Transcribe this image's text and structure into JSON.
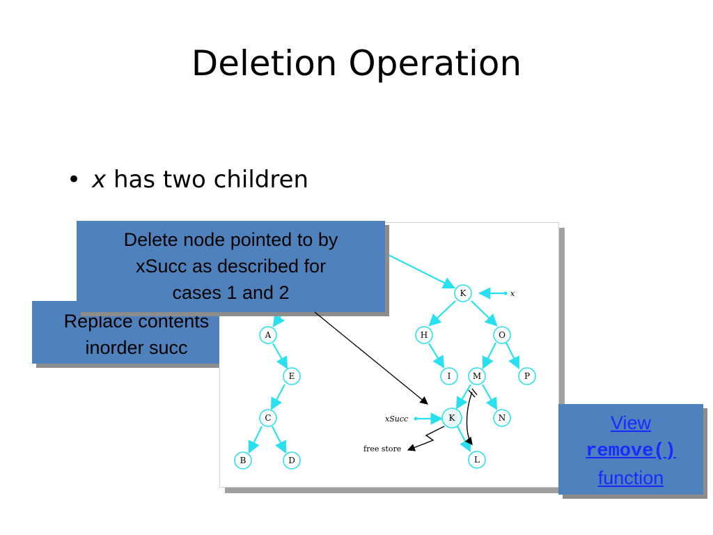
{
  "slide": {
    "title": "Deletion Operation",
    "bullet_var": "x",
    "bullet_rest": " has two children"
  },
  "callouts": {
    "replace": {
      "line1": "Replace contents",
      "line2": "inorder succ"
    },
    "delete": {
      "line1": "Delete node pointed to by",
      "line2": "xSucc as described for",
      "line3": "cases 1 and 2"
    },
    "view": {
      "line1": "View",
      "code": "remove()",
      "line3": "function"
    }
  },
  "tree": {
    "nodes": {
      "K": "K",
      "H": "H",
      "O": "O",
      "A": "A",
      "I": "I",
      "M": "M",
      "P": "P",
      "E": "E",
      "Ks": "K",
      "N": "N",
      "C": "C",
      "L": "L",
      "B": "B",
      "D": "D"
    },
    "labels": {
      "x": "x",
      "xSucc": "xSucc",
      "free_store": "free store"
    }
  },
  "colors": {
    "edge": "#29e0f0",
    "callout": "#4f81bd",
    "link": "#1a2aff"
  }
}
